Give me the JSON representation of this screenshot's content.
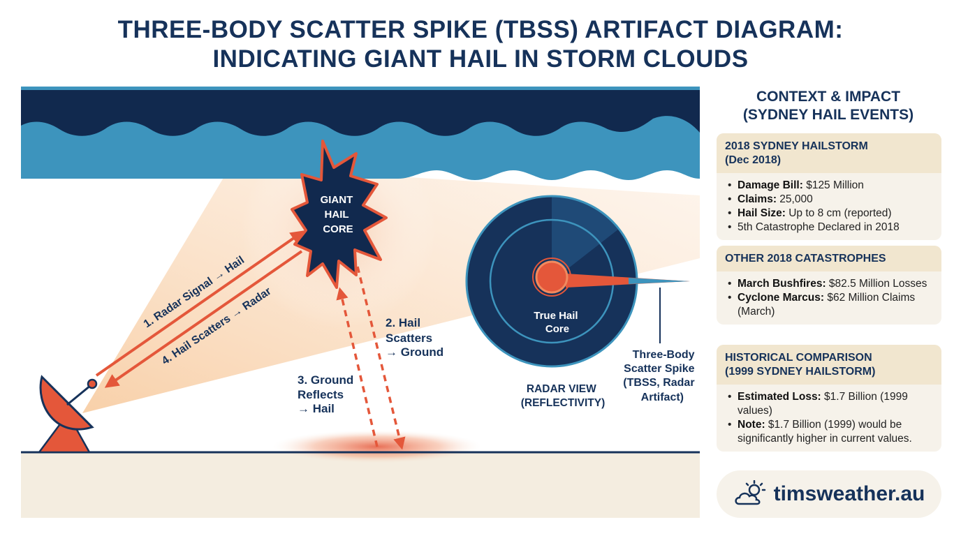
{
  "title": {
    "line1": "THREE-BODY SCATTER SPIKE (TBSS) ARTIFACT DIAGRAM:",
    "line2": "INDICATING GIANT HAIL IN STORM CLOUDS"
  },
  "diagram": {
    "core_label": [
      "GIANT",
      "HAIL",
      "CORE"
    ],
    "path1": "1. Radar Signal → Hail",
    "path4": "4. Hail Scatters → Radar",
    "path2": [
      "2. Hail",
      "Scatters",
      "→ Ground"
    ],
    "path3": [
      "3. Ground",
      "Reflects",
      "→ Hail"
    ],
    "radar_view_core": [
      "True Hail",
      "Core"
    ],
    "radar_view_label": [
      "RADAR VIEW",
      "(REFLECTIVITY)"
    ],
    "tbss_label": [
      "Three-Body",
      "Scatter Spike",
      "(TBSS, Radar",
      "Artifact)"
    ]
  },
  "sidebar": {
    "title_line1": "CONTEXT & IMPACT",
    "title_line2": "(SYDNEY HAIL EVENTS)",
    "card1": {
      "head1": "2018 SYDNEY HAILSTORM",
      "head2": "(Dec 2018)",
      "items": [
        {
          "label": "Damage Bill:",
          "value": " $125 Million"
        },
        {
          "label": "Claims:",
          "value": " 25,000"
        },
        {
          "label": "Hail Size:",
          "value": " Up to 8 cm (reported)"
        },
        {
          "label": "",
          "value": "5th Catastrophe Declared in 2018"
        }
      ]
    },
    "card2": {
      "head1": "OTHER 2018 CATASTROPHES",
      "items": [
        {
          "label": "March Bushfires:",
          "value": " $82.5 Million Losses"
        },
        {
          "label": "Cyclone Marcus:",
          "value": " $62 Million Claims (March)"
        }
      ]
    },
    "card3": {
      "head1": "HISTORICAL COMPARISON",
      "head2": "(1999 SYDNEY HAILSTORM)",
      "items": [
        {
          "label": "Estimated Loss:",
          "value": " $1.7 Billion (1999 values)"
        },
        {
          "label": "Note:",
          "value": " $1.7 Billion (1999) would be significantly higher in current values."
        }
      ]
    }
  },
  "brand": {
    "text": "timsweather.au",
    "icon": "sun-cloud-icon"
  },
  "colors": {
    "navy": "#16325a",
    "cloud_blue": "#3d94bd",
    "orange": "#e4573a",
    "sand": "#f4ede0"
  }
}
